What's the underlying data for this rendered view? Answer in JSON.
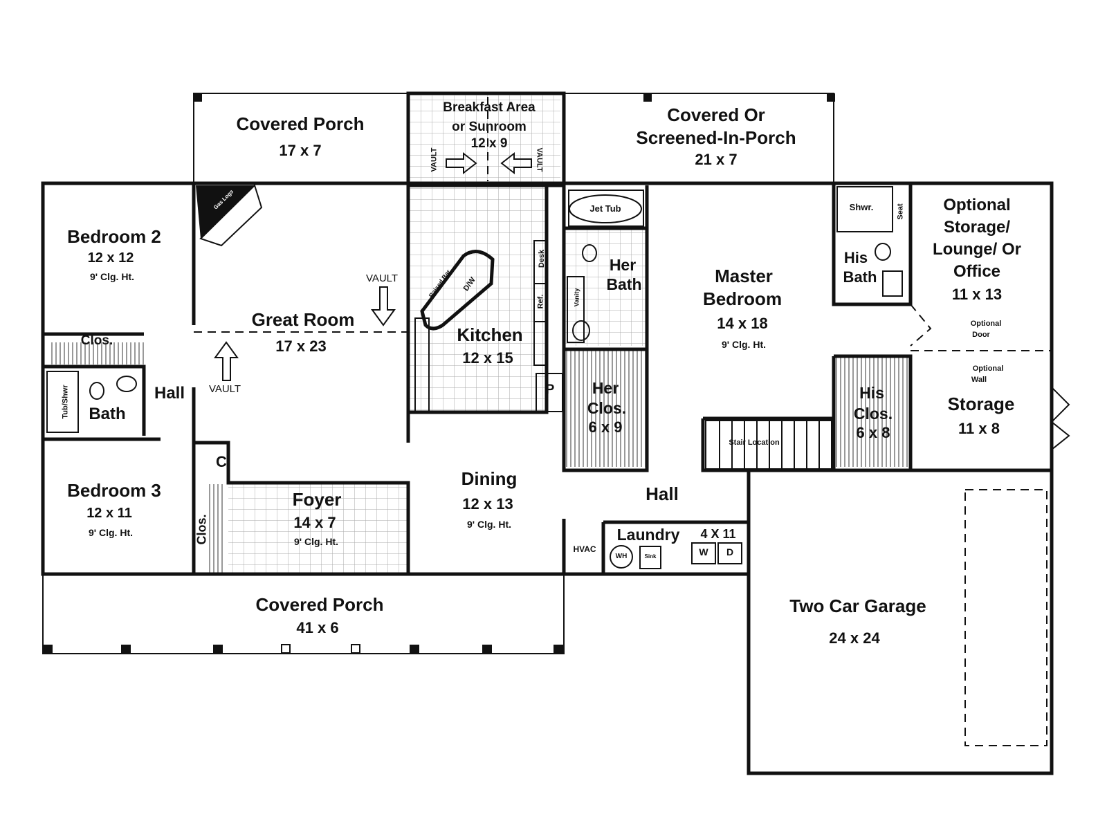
{
  "rooms": {
    "covered_porch_rear": {
      "name": "Covered Porch",
      "size": "17 x 7"
    },
    "breakfast": {
      "name_1": "Breakfast Area",
      "name_2": "or Sunroom",
      "size": "12 x 9"
    },
    "screened_porch": {
      "name_1": "Covered Or",
      "name_2": "Screened-In-Porch",
      "size": "21 x 7"
    },
    "bedroom2": {
      "name": "Bedroom 2",
      "size": "12 x 12",
      "ceiling": "9' Clg. Ht."
    },
    "great_room": {
      "name": "Great Room",
      "size": "17 x 23"
    },
    "kitchen": {
      "name": "Kitchen",
      "size": "12 x 15"
    },
    "her_bath": {
      "name_1": "Her",
      "name_2": "Bath"
    },
    "master_bedroom": {
      "name_1": "Master",
      "name_2": "Bedroom",
      "size": "14 x 18",
      "ceiling": "9' Clg. Ht."
    },
    "his_bath": {
      "name_1": "His",
      "name_2": "Bath"
    },
    "optional_storage": {
      "name_1": "Optional",
      "name_2": "Storage/",
      "name_3": "Lounge/ Or",
      "name_4": "Office",
      "size": "11 x 13"
    },
    "bath": {
      "name": "Bath"
    },
    "hall_left": {
      "name": "Hall"
    },
    "her_closet": {
      "name_1": "Her",
      "name_2": "Clos.",
      "size": "6 x 9"
    },
    "his_closet": {
      "name_1": "His",
      "name_2": "Clos.",
      "size": "6 x 8"
    },
    "storage": {
      "name": "Storage",
      "size": "11 x 8"
    },
    "bedroom3": {
      "name": "Bedroom 3",
      "size": "12 x 11",
      "ceiling": "9' Clg. Ht."
    },
    "foyer": {
      "name": "Foyer",
      "size": "14 x 7",
      "ceiling": "9' Clg. Ht."
    },
    "dining": {
      "name": "Dining",
      "size": "12 x 13",
      "ceiling": "9' Clg. Ht."
    },
    "hall_center": {
      "name": "Hall"
    },
    "laundry": {
      "name": "Laundry",
      "size": "4 X 11"
    },
    "covered_porch_front": {
      "name": "Covered Porch",
      "size": "41 x 6"
    },
    "garage": {
      "name": "Two Car Garage",
      "size": "24 x 24"
    }
  },
  "fixtures": {
    "gas_logs": "Gas Logs",
    "vault": "VAULT",
    "closet": "Clos.",
    "coat_closet": "C",
    "pantry": "P",
    "jet_tub": "Jet Tub",
    "shower": "Shwr.",
    "seat": "Seat",
    "tub_shower": "Tub/Shwr",
    "raised_bar": "Raised Bar",
    "dishwasher": "D/W",
    "desk": "Desk",
    "refrigerator": "Ref.",
    "vanity": "Vanity",
    "stair_location": "Stair Location",
    "hvac": "HVAC",
    "water_heater": "WH",
    "sink": "Sink",
    "washer": "W",
    "dryer": "D",
    "optional_door_1": "Optional",
    "optional_door_2": "Door",
    "optional_wall_1": "Optional",
    "optional_wall_2": "Wall"
  }
}
